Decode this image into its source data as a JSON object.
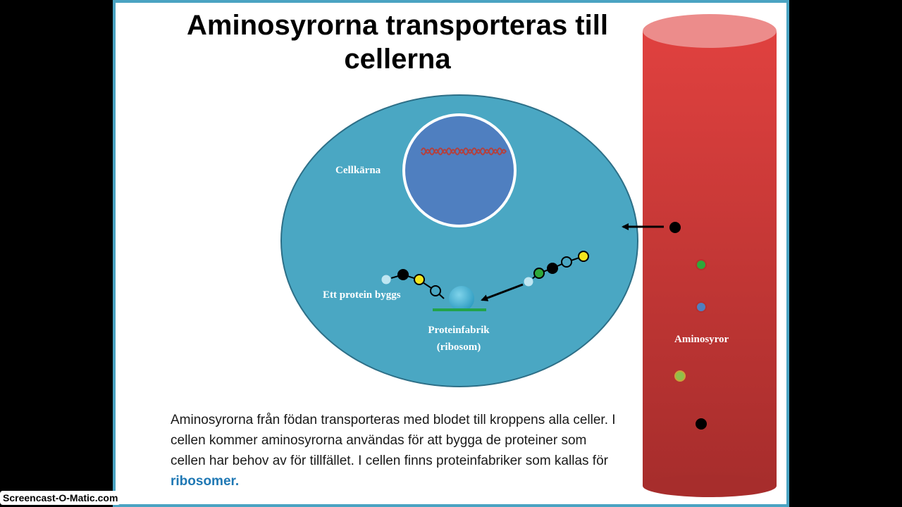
{
  "slide": {
    "title_line1": "Aminosyrorna transporteras till",
    "title_line2": "cellerna",
    "body_text_before": "Aminosyrorna från födan transporteras med blodet till kroppens alla celler. I cellen kommer aminosyrorna användas för att bygga de proteiner som cellen har behov av för tillfället. I cellen finns proteinfabriker som kallas för ",
    "body_text_highlight": "ribosomer."
  },
  "diagram": {
    "nucleus_label": "Cellkärna",
    "protein_label": "Ett protein byggs",
    "ribosome_label_line1": "Proteinfabrik",
    "ribosome_label_line2": "(ribosom)",
    "vessel_label": "Aminosyror"
  },
  "colors": {
    "cell": "#4aa7c3",
    "nucleus": "#4f7fc0",
    "vessel": "#d63a38",
    "highlight": "#1f78b4"
  },
  "watermark": "Screencast-O-Matic.com"
}
